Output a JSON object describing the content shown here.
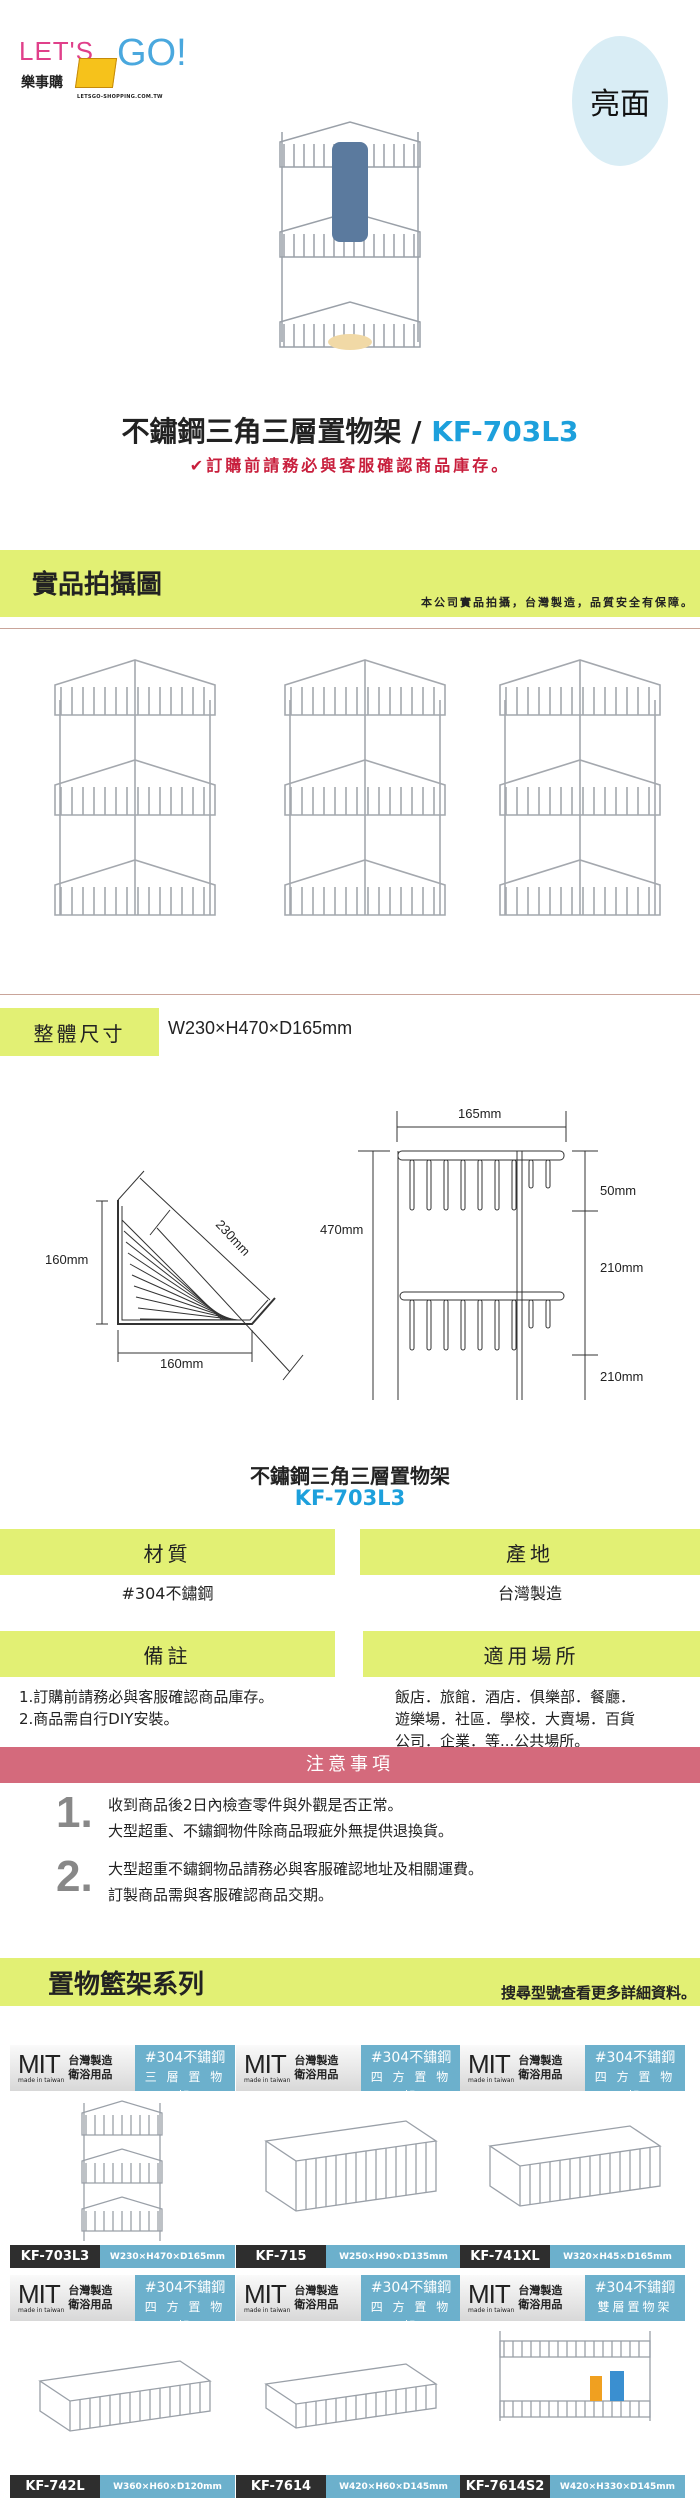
{
  "logo": {
    "lets": "LET'S",
    "go": "GO!",
    "cn": "樂事購",
    "url": "LETSGO-SHOPPING.COM.TW"
  },
  "finish_badge": "亮面",
  "product": {
    "name": "不鏽鋼三角三層置物架",
    "separator": " / ",
    "model": "KF-703L3",
    "notice": "✔訂購前請務必與客服確認商品庫存。"
  },
  "photos_section": {
    "title": "實品拍攝圖",
    "tagline": "本公司實品拍攝，台灣製造，品質安全有保障。"
  },
  "dimensions": {
    "label": "整體尺寸",
    "value": "W230×H470×D165mm",
    "top_w": "160mm",
    "top_h": "160mm",
    "top_diag": "230mm",
    "depth": "165mm",
    "height": "470mm",
    "gap1": "50mm",
    "gap2": "210mm",
    "gap3": "210mm"
  },
  "spec": {
    "name": "不鏽鋼三角三層置物架",
    "model": "KF-703L3",
    "material_h": "材質",
    "material_v": "#304不鏽鋼",
    "origin_h": "產地",
    "origin_v": "台灣製造",
    "remarks_h": "備註",
    "remarks": [
      "1.訂購前請務必與客服確認商品庫存。",
      "2.商品需自行DIY安裝。"
    ],
    "usage_h": "適用場所",
    "usage_v": "飯店．旅館．酒店．俱樂部．餐廳．遊樂場．社區．學校．大賣場．百貨公司．企業．等...公共場所。"
  },
  "notes": {
    "title": "注意事項",
    "items": [
      {
        "num": "1.",
        "lines": [
          "收到商品後2日內檢查零件與外觀是否正常。",
          "大型超重、不鏽鋼物件除商品瑕疵外無提供退換貨。"
        ]
      },
      {
        "num": "2.",
        "lines": [
          "大型超重不鏽鋼物品請務必與客服確認地址及相關運費。",
          "訂製商品需與客服確認商品交期。"
        ]
      }
    ]
  },
  "series": {
    "title": "置物籃架系列",
    "tagline": "搜尋型號查看更多詳細資料。",
    "mit": "MIT",
    "mit_small": "made in taiwan",
    "mit_t1": "台灣製造",
    "mit_t2": "衛浴用品",
    "items": [
      {
        "line1": "#304不鏽鋼",
        "line2": "三 層 置 物 架",
        "model": "KF-703L3",
        "size": "W230×H470×D165mm"
      },
      {
        "line1": "#304不鏽鋼",
        "line2": "四 方 置 物 架",
        "model": "KF-715",
        "size": "W250×H90×D135mm"
      },
      {
        "line1": "#304不鏽鋼",
        "line2": "四 方 置 物 架",
        "model": "KF-741XL",
        "size": "W320×H45×D165mm"
      },
      {
        "line1": "#304不鏽鋼",
        "line2": "四 方 置 物 架",
        "model": "KF-742L",
        "size": "W360×H60×D120mm"
      },
      {
        "line1": "#304不鏽鋼",
        "line2": "四 方 置 物 架",
        "model": "KF-7614",
        "size": "W420×H60×D145mm"
      },
      {
        "line1": "#304不鏽鋼",
        "line2": "雙層置物架",
        "model": "KF-7614S2",
        "size": "W420×H330×D145mm"
      }
    ]
  },
  "colors": {
    "accent_yellow": "#e2f074",
    "model_blue": "#1da0dc",
    "notice_red": "#c81e3c",
    "note_pink": "#d46a7c",
    "tile_blue": "#6cb0cc"
  }
}
